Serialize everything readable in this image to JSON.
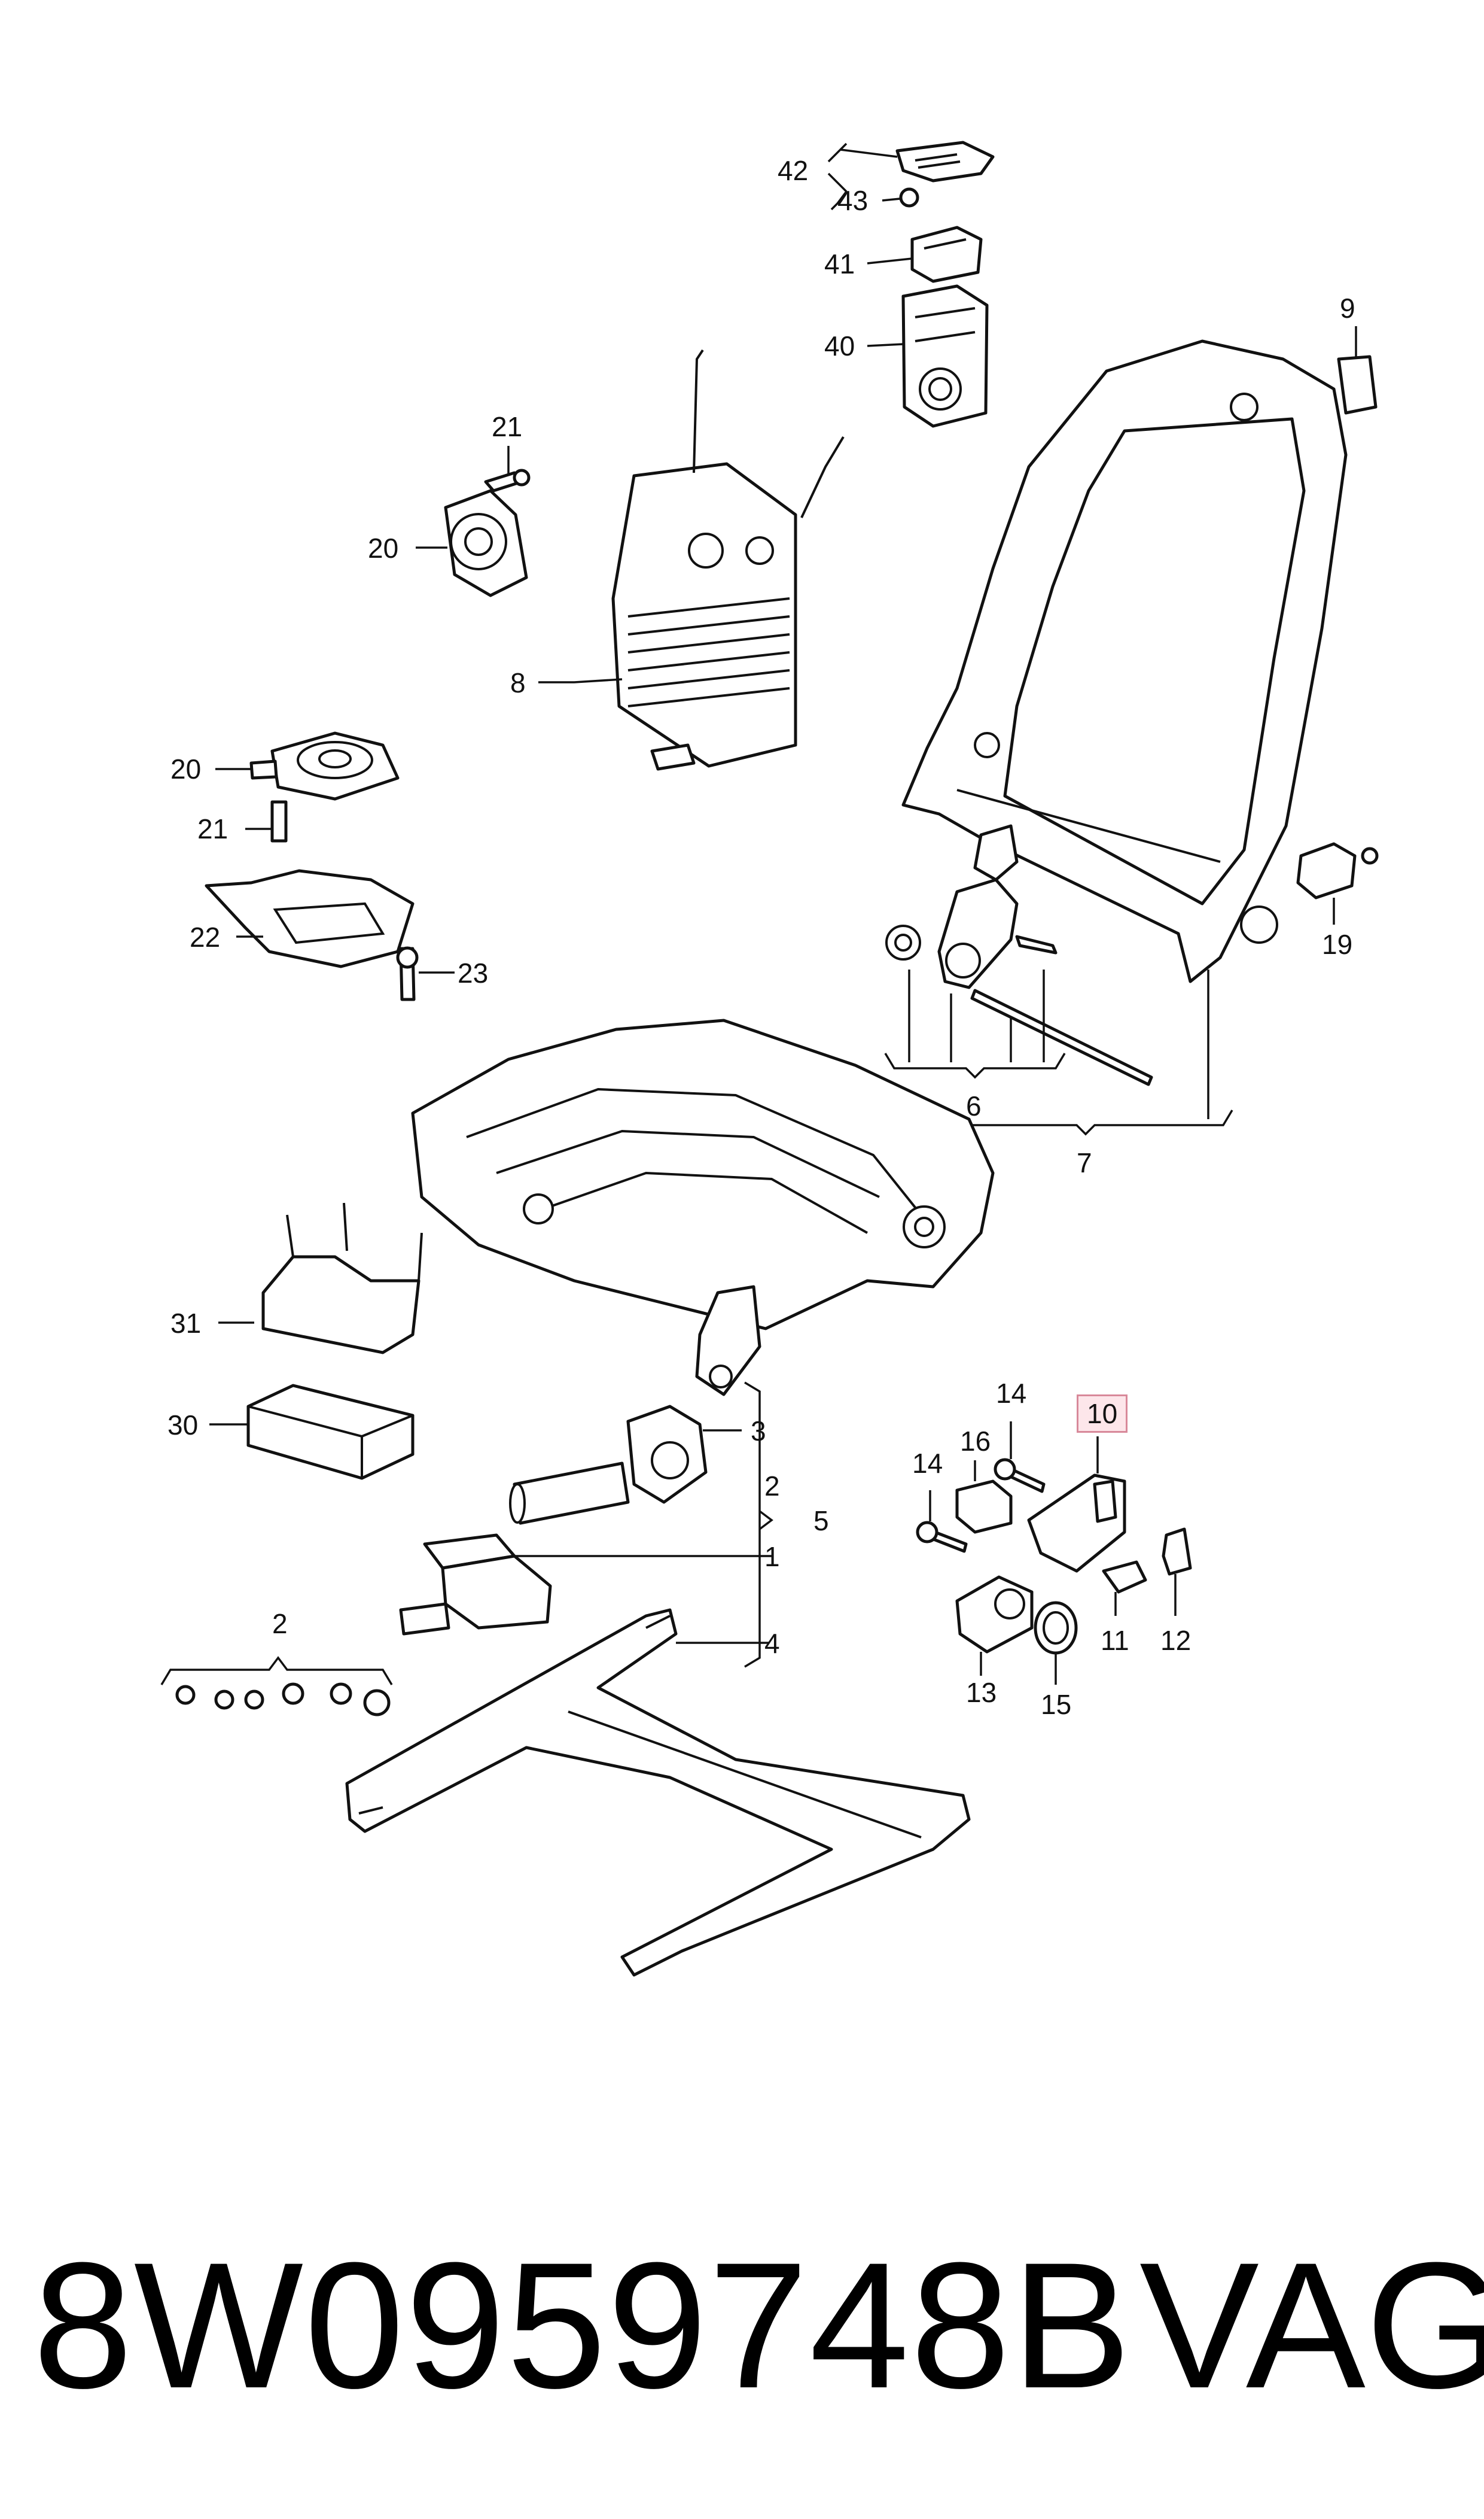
{
  "callouts": {
    "c42": "42",
    "c43": "43",
    "c41": "41",
    "c40": "40",
    "c9": "9",
    "c21a": "21",
    "c20a": "20",
    "c8": "8",
    "c20b": "20",
    "c21b": "21",
    "c22": "22",
    "c23": "23",
    "c19": "19",
    "c6": "6",
    "c7": "7",
    "c31": "31",
    "c30": "30",
    "c3": "3",
    "c2a": "2",
    "c1": "1",
    "c5": "5",
    "c4": "4",
    "c2b": "2",
    "c14a": "14",
    "c16": "16",
    "c14b": "14",
    "c10": "10",
    "c11": "11",
    "c12": "12",
    "c13": "13",
    "c15": "15"
  },
  "highlighted_callout": "10",
  "highlight_color": "#fde6ea",
  "part_number": "8W0959748B",
  "brand": "VAG"
}
